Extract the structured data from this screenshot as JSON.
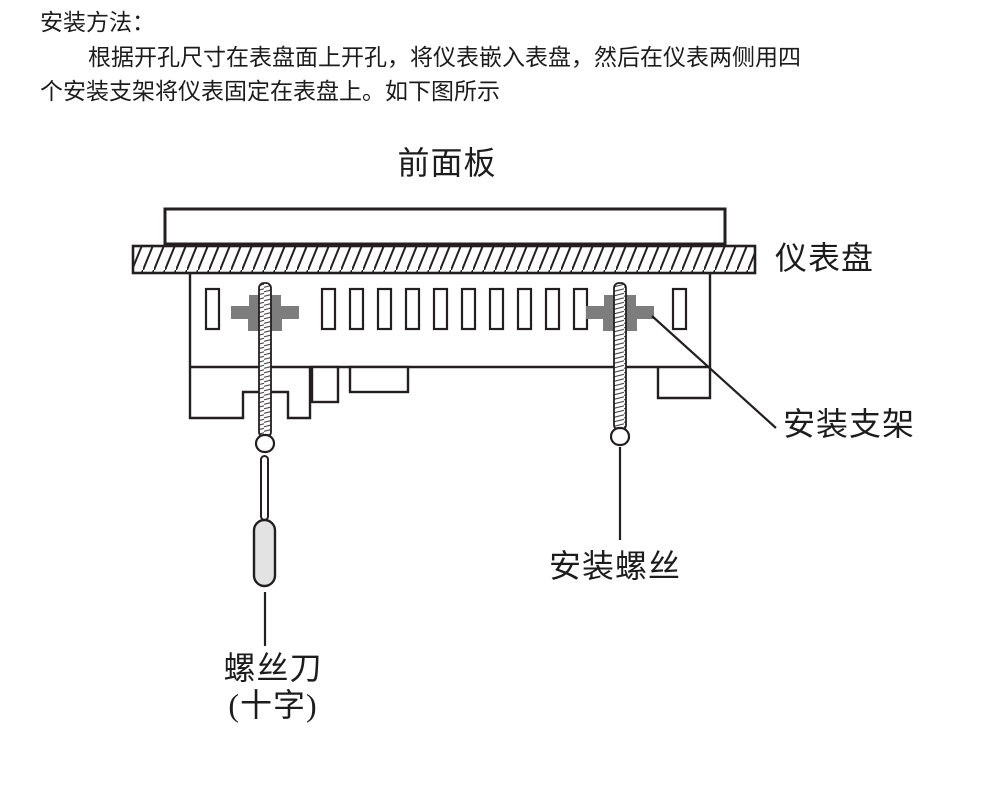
{
  "page": {
    "heading": "安装方法：",
    "paragraph": [
      "根据开孔尺寸在表盘面上开孔，将仪表嵌入表盘，然后在仪表两侧用四",
      "个安装支架将仪表固定在表盘上。如下图所示"
    ]
  },
  "diagram": {
    "labels": {
      "front_panel": "前面板",
      "instrument_panel": "仪表盘",
      "mounting_bracket": "安装支架",
      "mounting_screw": "安装螺丝",
      "screwdriver_line1": "螺丝刀",
      "screwdriver_line2": "(十字)"
    },
    "colors": {
      "line": "#231f20",
      "bracket_fill": "#7d7d7d",
      "handle_fill": "#e3e3e3"
    }
  }
}
